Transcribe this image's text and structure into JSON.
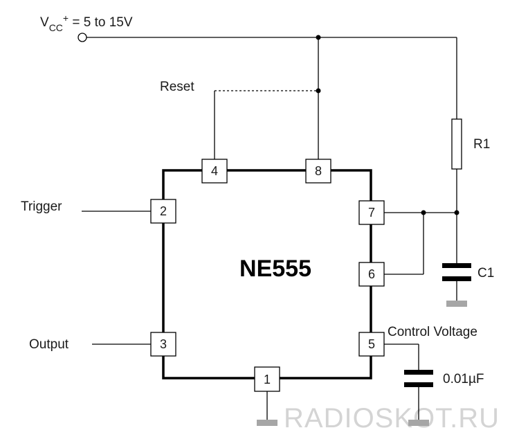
{
  "supply": {
    "v": "V",
    "cc": "CC",
    "sup": "+",
    "rest": " = 5 to 15V"
  },
  "chip_name": "NE555",
  "labels": {
    "reset": "Reset",
    "trigger": "Trigger",
    "output": "Output",
    "control_voltage": "Control Voltage",
    "r1": "R1",
    "c1": "C1",
    "cap_value": "0.01µF"
  },
  "pins": {
    "p1": "1",
    "p2": "2",
    "p3": "3",
    "p4": "4",
    "p5": "5",
    "p6": "6",
    "p7": "7",
    "p8": "8"
  },
  "watermark": "RADIOSKOT.RU",
  "colors": {
    "wire": "#000000",
    "ground": "#a6a6a6",
    "watermark": "#d4d4d4"
  }
}
